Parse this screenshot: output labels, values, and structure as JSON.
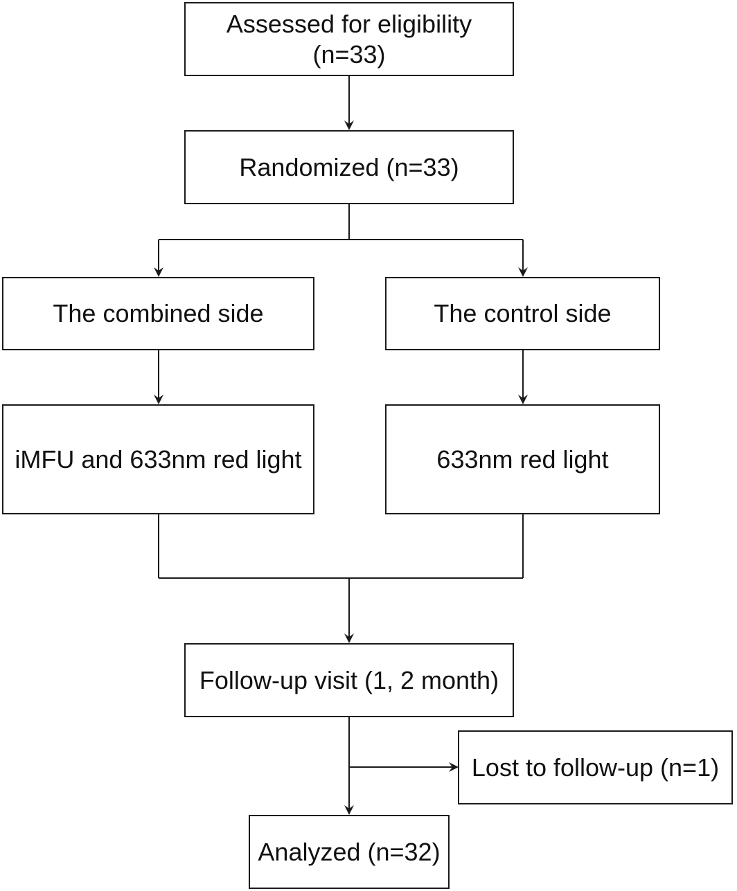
{
  "boxes": {
    "assessed": {
      "line1": "Assessed for eligibility",
      "line2": "(n=33)"
    },
    "randomized": {
      "label": "Randomized (n=33)"
    },
    "combined_side": {
      "label": "The combined side"
    },
    "control_side": {
      "label": "The control side"
    },
    "combined_treatment": {
      "label": "iMFU and 633nm red light"
    },
    "control_treatment": {
      "label": "633nm red light"
    },
    "follow_up": {
      "label": "Follow-up visit (1, 2 month)"
    },
    "lost": {
      "label": "Lost to follow-up (n=1)"
    },
    "analyzed": {
      "label": "Analyzed (n=32)"
    }
  }
}
